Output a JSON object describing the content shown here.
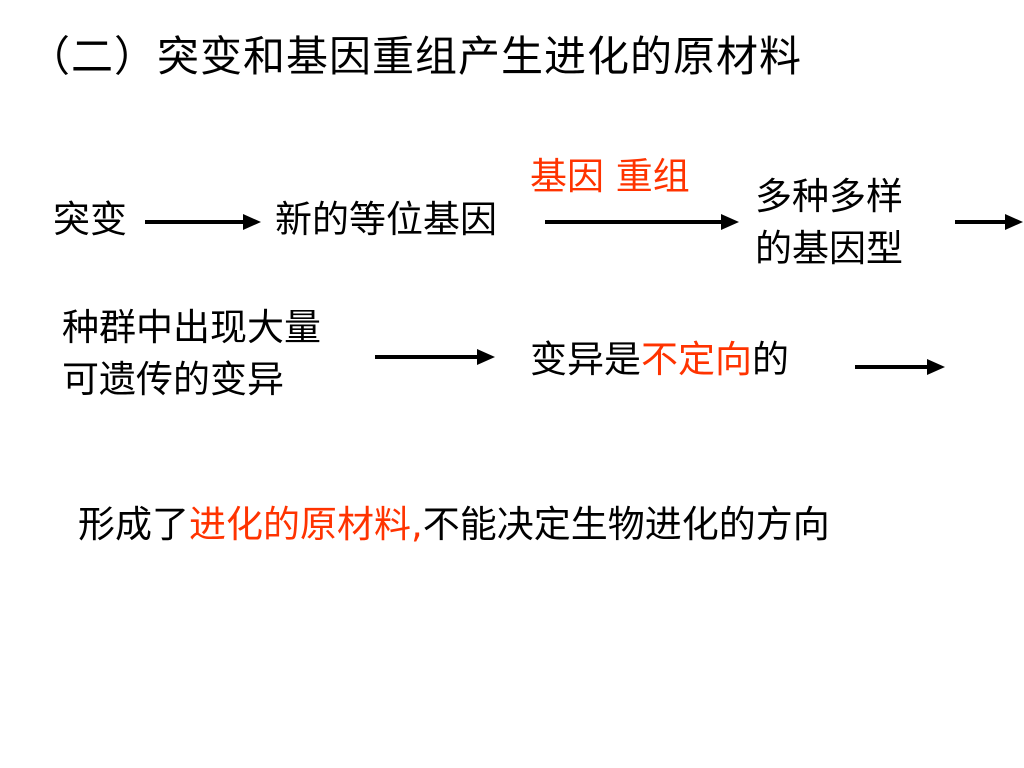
{
  "title": "（二）突变和基因重组产生进化的原材料",
  "flow": {
    "mutation": "突变",
    "new_alleles": "新的等位基因",
    "recombination_label": "基因 重组",
    "genotypes_line1": "多种多样",
    "genotypes_line2": "的基因型",
    "population_line1": "种群中出现大量",
    "population_line2": "可遗传的变异",
    "variation_prefix": "变异是",
    "variation_highlight": "不定向",
    "variation_suffix": "的"
  },
  "conclusion": {
    "prefix": "形成了",
    "highlight": "进化的原材料,",
    "suffix": "不能决定生物进化的方向"
  },
  "colors": {
    "highlight": "#ff3300",
    "text": "#000000",
    "background": "#ffffff"
  }
}
